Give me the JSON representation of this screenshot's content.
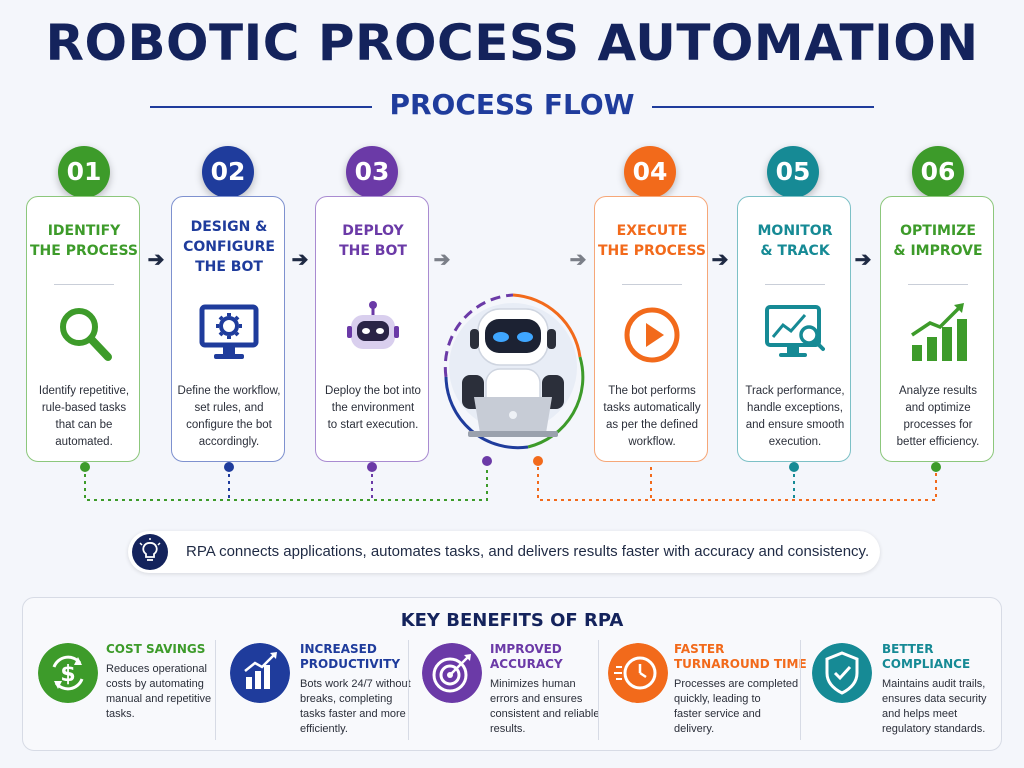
{
  "header": {
    "title": "ROBOTIC PROCESS AUTOMATION",
    "subtitle": "PROCESS FLOW"
  },
  "steps": [
    {
      "number": "01",
      "title_lines": [
        "IDENTIFY",
        "THE PROCESS"
      ],
      "desc_lines": [
        "Identify repetitive,",
        "rule-based tasks",
        "that can be",
        "automated."
      ],
      "color": "#3d9b2a",
      "icon": "magnifier-icon"
    },
    {
      "number": "02",
      "title_lines": [
        "DESIGN &",
        "CONFIGURE",
        "THE BOT"
      ],
      "desc_lines": [
        "Define the workflow,",
        "set rules, and",
        "configure the bot",
        "accordingly."
      ],
      "color": "#1f3c9c",
      "icon": "monitor-gear-icon"
    },
    {
      "number": "03",
      "title_lines": [
        "DEPLOY",
        "THE BOT"
      ],
      "desc_lines": [
        "Deploy the bot into",
        "the environment",
        "to start execution."
      ],
      "color": "#6b3aa7",
      "icon": "robot-head-icon"
    },
    {
      "number": "04",
      "title_lines": [
        "EXECUTE",
        "THE PROCESS"
      ],
      "desc_lines": [
        "The bot performs",
        "tasks automatically",
        "as per the defined",
        "workflow."
      ],
      "color": "#f26a1b",
      "icon": "play-icon"
    },
    {
      "number": "05",
      "title_lines": [
        "MONITOR",
        "& TRACK"
      ],
      "desc_lines": [
        "Track performance,",
        "handle exceptions,",
        "and ensure smooth",
        "execution."
      ],
      "color": "#168a95",
      "icon": "monitor-chart-icon"
    },
    {
      "number": "06",
      "title_lines": [
        "OPTIMIZE",
        "& IMPROVE"
      ],
      "desc_lines": [
        "Analyze results",
        "and optimize",
        "processes for",
        "better efficiency."
      ],
      "color": "#3d9b2a",
      "icon": "growth-chart-icon"
    }
  ],
  "center_graphic": {
    "icon": "robot-laptop-icon"
  },
  "info_bar": {
    "icon": "lightbulb-icon",
    "text": "RPA connects applications, automates tasks, and delivers results faster with accuracy and consistency."
  },
  "benefits": {
    "title": "KEY BENEFITS OF RPA",
    "items": [
      {
        "title_lines": [
          "COST SAVINGS"
        ],
        "desc_lines": [
          "Reduces operational",
          "costs by automating",
          "manual and repetitive",
          "tasks."
        ],
        "color": "#3d9b2a",
        "icon": "dollar-cycle-icon"
      },
      {
        "title_lines": [
          "INCREASED",
          "PRODUCTIVITY"
        ],
        "desc_lines": [
          "Bots work 24/7 without",
          "breaks, completing",
          "tasks faster and more",
          "efficiently."
        ],
        "color": "#1f3c9c",
        "icon": "bar-chart-icon"
      },
      {
        "title_lines": [
          "IMPROVED",
          "ACCURACY"
        ],
        "desc_lines": [
          "Minimizes human",
          "errors and ensures",
          "consistent and reliable",
          "results."
        ],
        "color": "#6b3aa7",
        "icon": "target-icon"
      },
      {
        "title_lines": [
          "FASTER",
          "TURNAROUND TIME"
        ],
        "desc_lines": [
          "Processes are completed",
          "quickly, leading to",
          "faster service and",
          "delivery."
        ],
        "color": "#f26a1b",
        "icon": "clock-icon"
      },
      {
        "title_lines": [
          "BETTER",
          "COMPLIANCE"
        ],
        "desc_lines": [
          "Maintains audit trails,",
          "ensures data security",
          "and helps meet",
          "regulatory standards."
        ],
        "color": "#168a95",
        "icon": "shield-check-icon"
      }
    ]
  }
}
